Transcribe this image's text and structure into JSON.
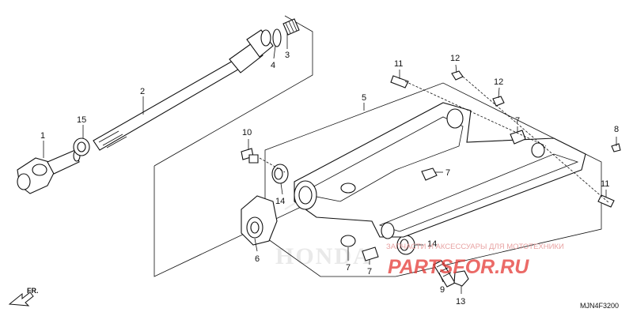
{
  "callouts": {
    "c1": "1",
    "c2": "2",
    "c3": "3",
    "c4": "4",
    "c5": "5",
    "c6": "6",
    "c7a": "7",
    "c7b": "7",
    "c7c": "7",
    "c7d": "7",
    "c8": "8",
    "c9": "9",
    "c10": "10",
    "c11a": "11",
    "c11b": "11",
    "c12a": "12",
    "c12b": "12",
    "c13": "13",
    "c14a": "14",
    "c14b": "14",
    "c15": "15"
  },
  "diagram_code": "MJN4F3200",
  "direction_label": "FR.",
  "watermark": {
    "subtitle": "ЗАПЧАСТИ И АКСЕССУАРЫ ДЛЯ МОТОТЕХНИКИ",
    "brand": "PARTSFOR.RU",
    "logo_text": "HONDA"
  },
  "colors": {
    "brand_red": "#e53935",
    "line": "#111111"
  }
}
